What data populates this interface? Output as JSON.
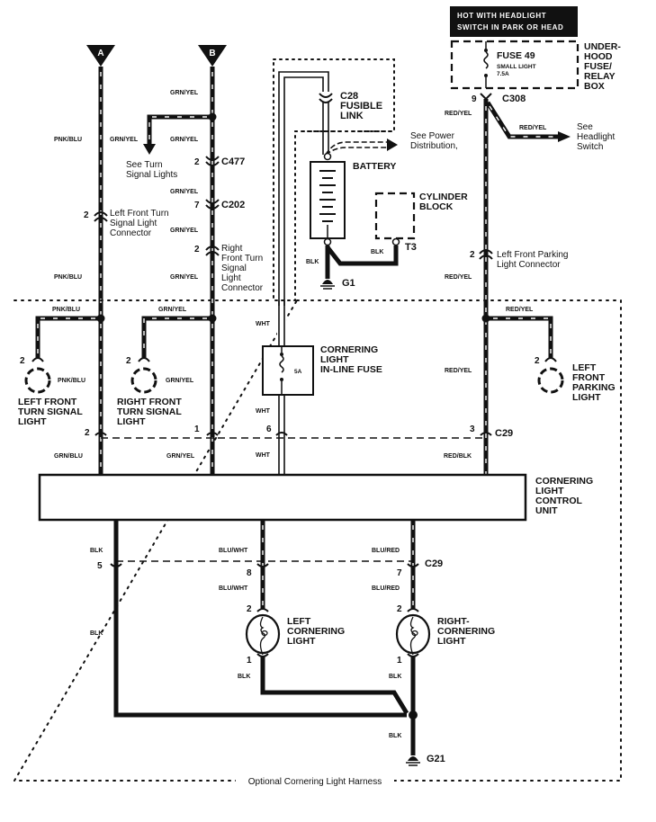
{
  "diagram": {
    "title": "Cornering Light Circuit",
    "offpage_connectors": [
      {
        "id": "A",
        "label": "A"
      },
      {
        "id": "B",
        "label": "B"
      }
    ],
    "hot_label": "HOT WITH HEADLIGHT SWITCH IN PARK OR HEAD",
    "hot_line1": "HOT WITH HEADLIGHT",
    "hot_line2": "SWITCH IN PARK OR HEAD",
    "fuse_box": {
      "name_lines": [
        "UNDER-",
        "HOOD",
        "FUSE/",
        "RELAY",
        "BOX"
      ],
      "fuse_title": "FUSE 49",
      "fuse_desc": "SMALL LIGHT",
      "fuse_rating": "7.5A"
    },
    "connectors": {
      "c308": {
        "id": "C308",
        "pin": "9"
      },
      "c28": {
        "id": "C28",
        "line2": "FUSIBLE",
        "line3": "LINK"
      },
      "c477": {
        "id": "C477",
        "pin": "2"
      },
      "c202": {
        "id": "C202",
        "pin": "7"
      },
      "c29_top": {
        "id": "C29",
        "pins": [
          "2",
          "1",
          "6",
          "3"
        ]
      },
      "c29_bottom": {
        "id": "C29",
        "pins": [
          "5",
          "8",
          "7"
        ]
      }
    },
    "components": {
      "battery": "BATTERY",
      "cylinder_block": [
        "CYLINDER",
        "BLOCK"
      ],
      "t3": "T3",
      "g1": "G1",
      "g21": "G21",
      "inline_fuse": {
        "lines": [
          "CORNERING",
          "LIGHT",
          "IN-LINE FUSE"
        ],
        "rating": "5A"
      },
      "control_unit": [
        "CORNERING",
        "LIGHT",
        "CONTROL",
        "UNIT"
      ],
      "left_front_turn": {
        "lines": [
          "LEFT FRONT",
          "TURN SIGNAL",
          "LIGHT"
        ],
        "pin": "2"
      },
      "right_front_turn": {
        "lines": [
          "RIGHT FRONT",
          "TURN SIGNAL",
          "LIGHT"
        ],
        "pin": "2"
      },
      "left_front_parking": {
        "lines": [
          "LEFT",
          "FRONT",
          "PARKING",
          "LIGHT"
        ],
        "pin": "2"
      },
      "left_cornering": {
        "lines": [
          "LEFT",
          "CORNERING",
          "LIGHT"
        ],
        "pin_top": "2",
        "pin_bottom": "1"
      },
      "right_cornering": {
        "lines": [
          "RIGHT-",
          "CORNERING",
          "LIGHT"
        ],
        "pin_top": "2",
        "pin_bottom": "1"
      }
    },
    "notes": {
      "see_turn": [
        "See Turn",
        "Signal Lights"
      ],
      "see_power": [
        "See Power",
        "Distribution,"
      ],
      "see_headlight": [
        "See",
        "Headlight",
        "Switch"
      ],
      "lf_turn_conn": [
        "Left Front Turn",
        "Signal Light",
        "Connector"
      ],
      "rf_turn_conn": [
        "Right",
        "Front Turn",
        "Signal",
        "Light",
        "Connector"
      ],
      "lf_park_conn": [
        "Left Front Parking",
        "Light Connector"
      ],
      "lf_turn_conn_pin": "2",
      "rf_turn_conn_pin": "2",
      "lf_park_conn_pin": "2",
      "harness": "Optional Cornering Light Harness"
    },
    "wire_colors": {
      "pnk_blu": "PNK/BLU",
      "grn_yel": "GRN/YEL",
      "grn_blu": "GRN/BLU",
      "red_yel": "RED/YEL",
      "red_blk": "RED/BLK",
      "wht": "WHT",
      "blk": "BLK",
      "blu_wht": "BLU/WHT",
      "blu_red": "BLU/RED"
    }
  }
}
